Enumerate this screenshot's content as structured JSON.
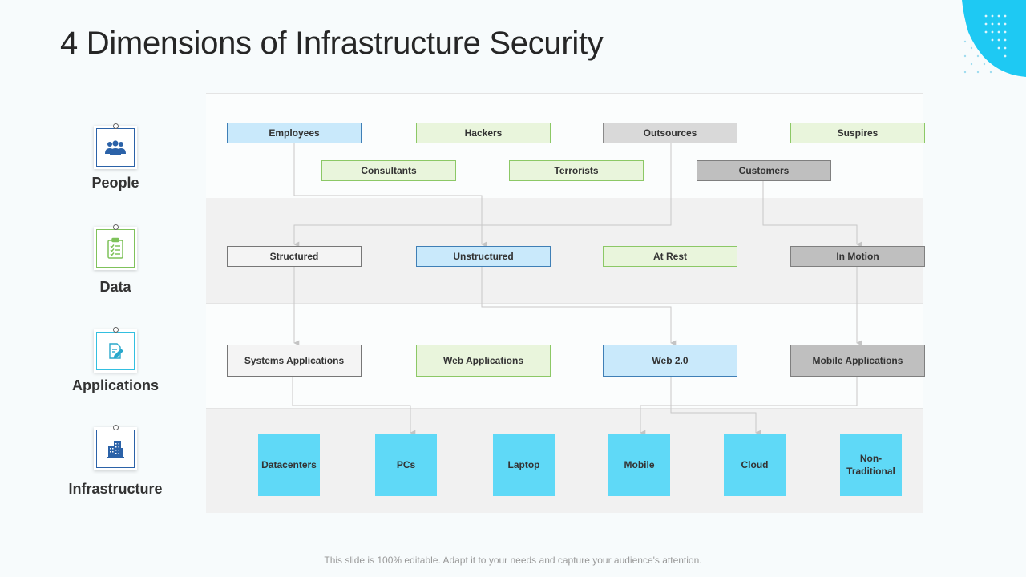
{
  "title": "4 Dimensions of Infrastructure Security",
  "footer": "This slide is 100% editable. Adapt it to your needs and capture your audience's attention.",
  "colors": {
    "blue_fill": "#c9e9fb",
    "green_fill": "#e9f5dc",
    "grey_fill": "#d9d9d9",
    "dark_grey_fill": "#bfbfbf",
    "tile_cyan": "#5fd9f7",
    "accent_cyan": "#1ec9f3"
  },
  "dimensions": [
    {
      "label": "People",
      "icon": "people-icon"
    },
    {
      "label": "Data",
      "icon": "clipboard-icon"
    },
    {
      "label": "Applications",
      "icon": "document-edit-icon"
    },
    {
      "label": "Infrastructure",
      "icon": "building-icon"
    }
  ],
  "people": {
    "employees": "Employees",
    "hackers": "Hackers",
    "outsources": "Outsources",
    "suspires": "Suspires",
    "consultants": "Consultants",
    "terrorists": "Terrorists",
    "customers": "Customers"
  },
  "data": {
    "structured": "Structured",
    "unstructured": "Unstructured",
    "at_rest": "At Rest",
    "in_motion": "In Motion"
  },
  "applications": {
    "systems": "Systems Applications",
    "web": "Web Applications",
    "web20": "Web 2.0",
    "mobile": "Mobile Applications"
  },
  "infrastructure": {
    "datacenters": "Datacenters",
    "pcs": "PCs",
    "laptop": "Laptop",
    "mobile": "Mobile",
    "cloud": "Cloud",
    "non_traditional": "Non-\nTraditional"
  }
}
